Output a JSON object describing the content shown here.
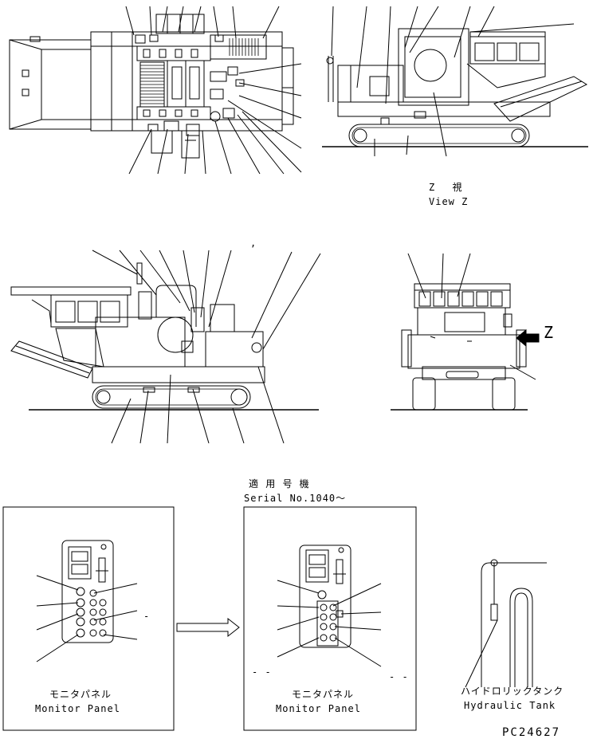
{
  "view_z": {
    "jp": "Z　 視",
    "en": "View Z",
    "arrow_label": "Z"
  },
  "serial": {
    "jp": "適 用 号 機",
    "en": "Serial No.1040～"
  },
  "panel_before": {
    "jp": "モニタパネル",
    "en": "Monitor Panel"
  },
  "panel_after": {
    "jp": "モニタパネル",
    "en": "Monitor Panel"
  },
  "hydraulic_tank": {
    "jp": "ハイドロリックタンク",
    "en": "Hydraulic Tank"
  },
  "drawing_code": "PC24627",
  "marks": {
    "dash": "- -",
    "tick": ",",
    "dot": "-"
  }
}
